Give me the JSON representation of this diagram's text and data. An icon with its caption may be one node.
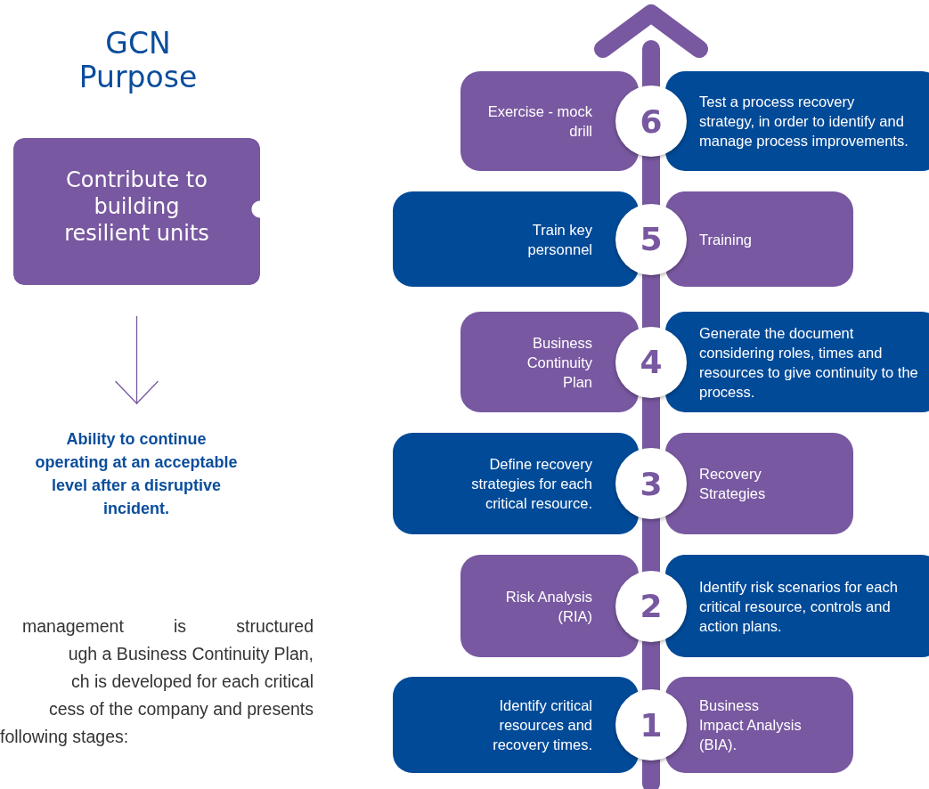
{
  "diagram": {
    "title": "GCN Purpose",
    "nodes": [
      {
        "text": [
          "Contribute to building resilient units"
        ]
      },
      {
        "text": [
          "Ability to continue operating at an acceptable level after a disruptive incident."
        ]
      },
      {
        "text": [
          "Exercise - mock drill"
        ]
      },
      {
        "text": [
          "6"
        ]
      },
      {
        "text": [
          "Test a process recovery strategy, in order to identify and manage process improvements."
        ]
      },
      {
        "text": [
          "Train key personnel"
        ]
      },
      {
        "text": [
          "5"
        ]
      },
      {
        "text": [
          "Training"
        ]
      },
      {
        "text": [
          "Business Continuity Plan"
        ]
      },
      {
        "text": [
          "4"
        ]
      },
      {
        "text": [
          "Generate the document considering roles, times and resources to give continuity to the process."
        ]
      },
      {
        "text": [
          "Define recovery strategies for each critical resource."
        ]
      },
      {
        "text": [
          "3"
        ]
      },
      {
        "text": [
          "Recovery Strategies"
        ]
      },
      {
        "text": [
          "Risk Analysis (RIA)"
        ]
      },
      {
        "text": [
          "2"
        ]
      },
      {
        "text": [
          "Identify risk scenarios for each critical resource, controls and action plans."
        ]
      },
      {
        "text": [
          "Identify critical resources and recovery times."
        ]
      },
      {
        "text": [
          "1"
        ]
      },
      {
        "text": [
          "Business Impact Analysis (BIA)."
        ]
      }
    ],
    "edges": [
      {
        "from": 0,
        "to": 1,
        "arrow": "to"
      }
    ],
    "labels": [
      "management is structured",
      "ugh a Business Continuity Plan,",
      "ch is developed for each critical",
      "cess of the company and presents",
      "following stages:"
    ]
  }
}
